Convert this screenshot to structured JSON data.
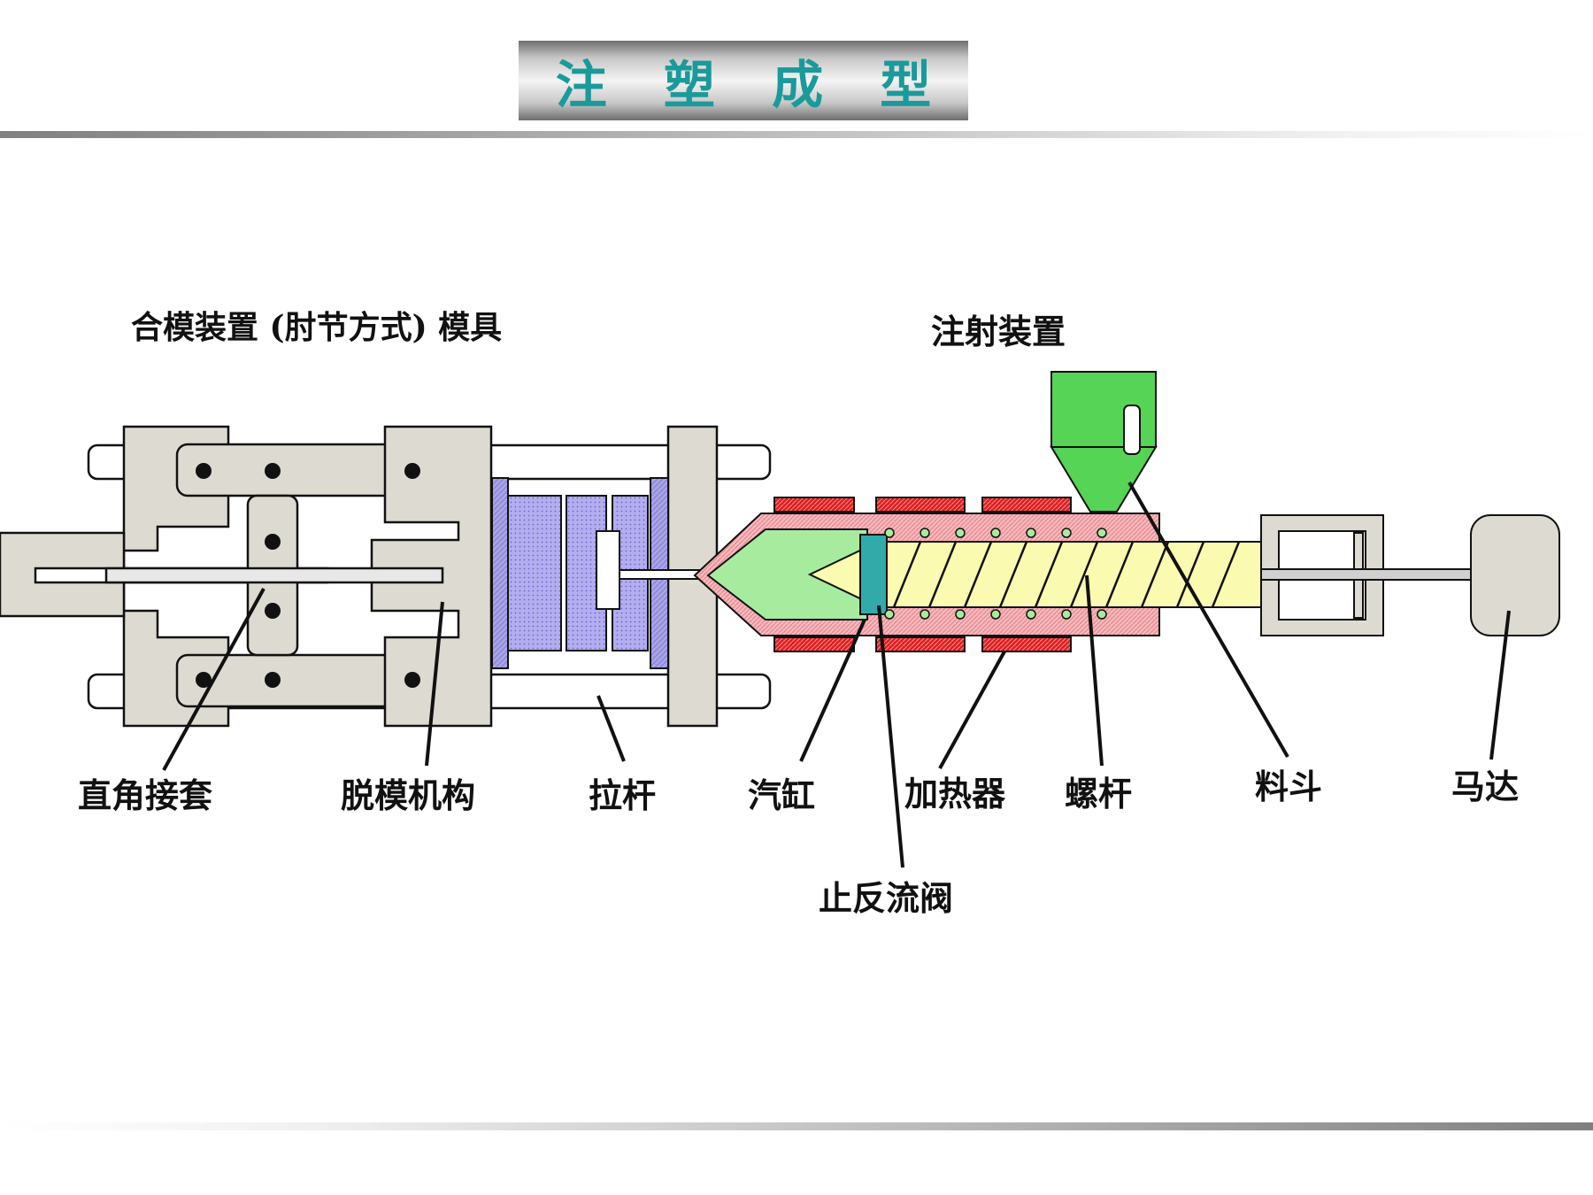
{
  "title": "注 塑 成 型",
  "sections": {
    "clamping": "合模装置 (肘节方式) 模具",
    "injection": "注射装置"
  },
  "labels": {
    "toggle_link": "直角接套",
    "ejector": "脱模机构",
    "tie_bar": "拉杆",
    "cylinder": "汽缸",
    "heater": "加热器",
    "screw": "螺杆",
    "hopper": "料斗",
    "motor": "马达",
    "check_valve": "止反流阀"
  },
  "colors": {
    "title_text": "#1a9a9a",
    "frame_fill": "#dddbd1",
    "mold_fill": "#a9a4e6",
    "melt_fill": "#a7ec9e",
    "hopper_fill": "#55d455",
    "heater_fill": "#dd1f1f",
    "barrel_wall": "#f6b8bc",
    "screw_fill": "#fafab0",
    "valve_fill": "#33aaaa"
  }
}
